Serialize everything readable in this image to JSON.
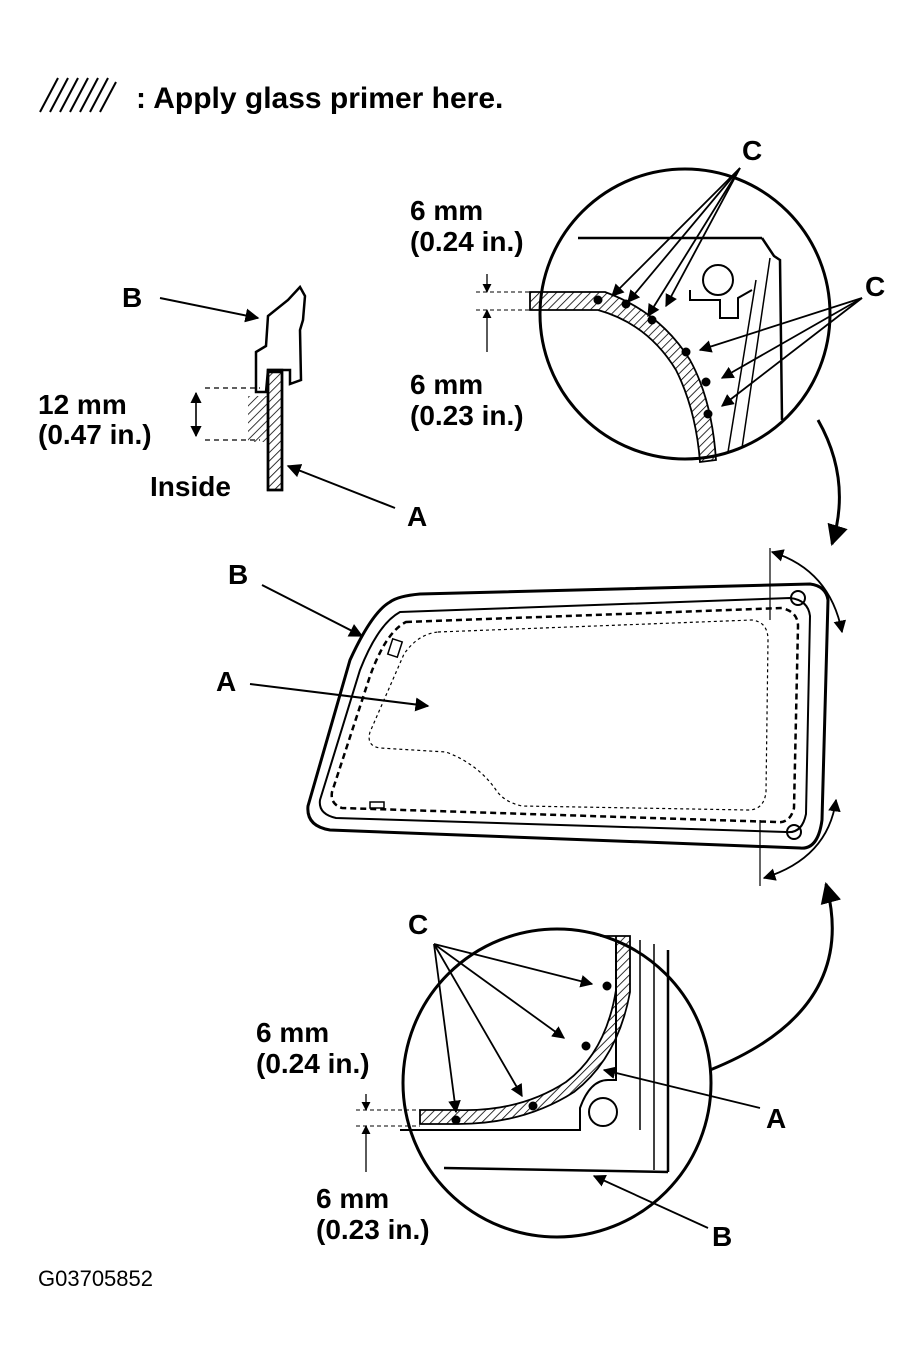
{
  "legend": {
    "text": ": Apply glass primer here."
  },
  "section_detail": {
    "label_b": "B",
    "label_a": "A",
    "dim_value": "12 mm",
    "dim_inch": "(0.47 in.)",
    "inside_label": "Inside"
  },
  "top_detail": {
    "label_c1": "C",
    "label_c2": "C",
    "dim_top_value": "6 mm",
    "dim_top_inch": "(0.24 in.)",
    "dim_bottom_value": "6 mm",
    "dim_bottom_inch": "(0.23 in.)"
  },
  "main_view": {
    "label_b": "B",
    "label_a": "A"
  },
  "bottom_detail": {
    "label_c": "C",
    "label_a": "A",
    "label_b": "B",
    "dim_top_value": "6 mm",
    "dim_top_inch": "(0.24 in.)",
    "dim_bottom_value": "6 mm",
    "dim_bottom_inch": "(0.23 in.)"
  },
  "figure_code": "G03705852"
}
